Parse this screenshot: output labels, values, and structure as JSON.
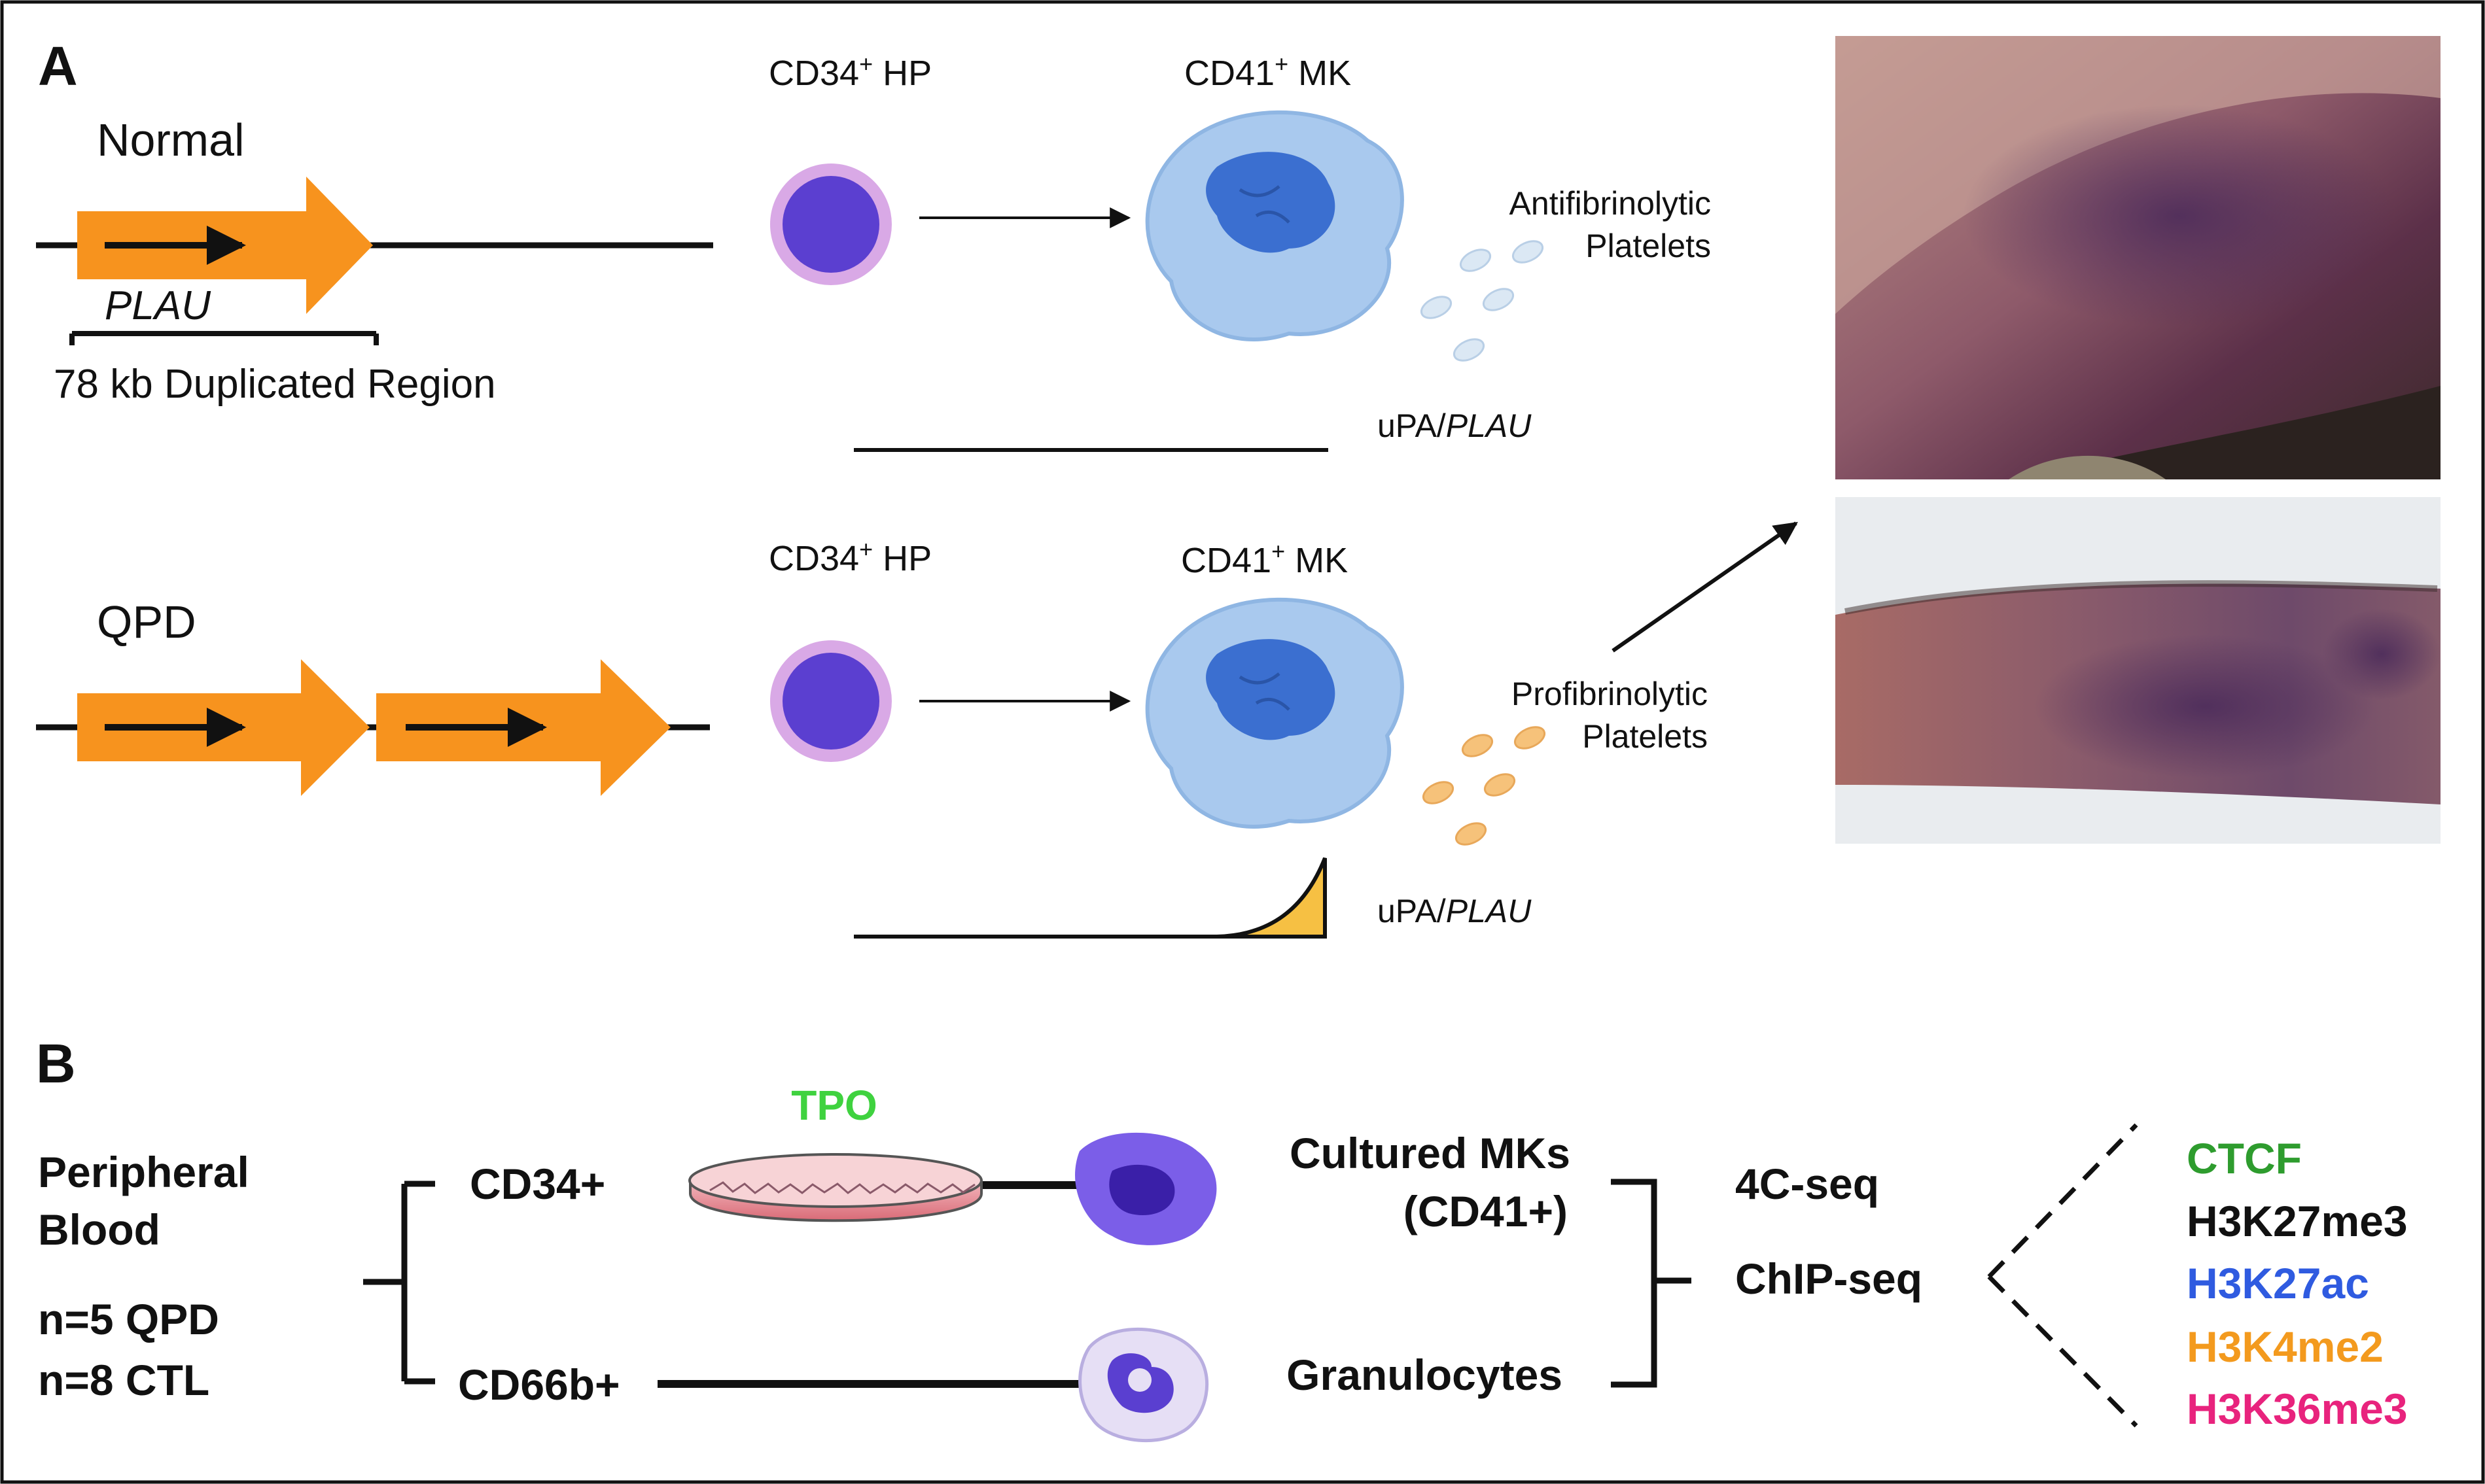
{
  "panels": {
    "a": {
      "label": "A",
      "normal": {
        "title": "Normal",
        "gene": "PLAU",
        "region": "78 kb Duplicated Region",
        "progenitor": {
          "prefix": "CD34",
          "sup": "+",
          "suffix": " HP"
        },
        "megakaryocyte": {
          "prefix": "CD41",
          "sup": "+",
          "suffix": " MK"
        },
        "platelets_line1": "Antifibrinolytic",
        "platelets_line2": "Platelets",
        "expression_prefix": "uPA/",
        "expression_gene": "PLAU"
      },
      "qpd": {
        "title": "QPD",
        "progenitor": {
          "prefix": "CD34",
          "sup": "+",
          "suffix": " HP"
        },
        "megakaryocyte": {
          "prefix": "CD41",
          "sup": "+",
          "suffix": " MK"
        },
        "platelets_line1": "Profibrinolytic",
        "platelets_line2": "Platelets",
        "expression_prefix": "uPA/",
        "expression_gene": "PLAU"
      }
    },
    "b": {
      "label": "B",
      "source_line1": "Peripheral",
      "source_line2": "Blood",
      "n_qpd": "n=5 QPD",
      "n_ctl": "n=8 CTL",
      "cd34": "CD34+",
      "tpo": "TPO",
      "cd66b": "CD66b+",
      "cultured_line1": "Cultured MKs",
      "cultured_line2": "(CD41+)",
      "granulocytes": "Granulocytes",
      "assay_4c": "4C-seq",
      "assay_chip": "ChIP-seq",
      "marks": [
        {
          "label": "CTCF",
          "color": "#2e9c2e"
        },
        {
          "label": "H3K27me3",
          "color": "#111111"
        },
        {
          "label": "H3K27ac",
          "color": "#2f5be0"
        },
        {
          "label": "H3K4me2",
          "color": "#f39a1e"
        },
        {
          "label": "H3K36me3",
          "color": "#e8237d"
        }
      ]
    }
  },
  "colors": {
    "gene_arrow": "#f7931e",
    "hp_cell": "#5b3fd0",
    "hp_ring": "#d9a9e6",
    "mk_body": "#a9c9ee",
    "mk_nucleus": "#3b6fd0",
    "platelet_normal": "#dbe8f4",
    "platelet_qpd": "#f6c27a",
    "expression_fill": "#f6c043",
    "tpo": "#3fd23f"
  }
}
